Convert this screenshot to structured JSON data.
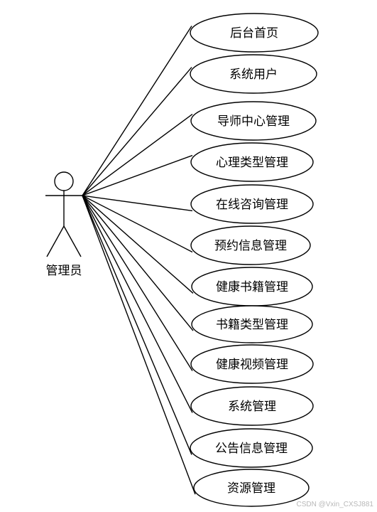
{
  "actor": {
    "name": "管理员"
  },
  "use_cases": [
    {
      "label": "后台首页"
    },
    {
      "label": "系统用户"
    },
    {
      "label": "导师中心管理"
    },
    {
      "label": "心理类型管理"
    },
    {
      "label": "在线咨询管理"
    },
    {
      "label": "预约信息管理"
    },
    {
      "label": "健康书籍管理"
    },
    {
      "label": "书籍类型管理"
    },
    {
      "label": "健康视频管理"
    },
    {
      "label": "系统管理"
    },
    {
      "label": "公告信息管理"
    },
    {
      "label": "资源管理"
    }
  ],
  "watermark": "CSDN @Vxin_CXSJ881",
  "colors": {
    "stroke": "#000000",
    "background": "#ffffff",
    "watermark": "#b8b8b8"
  }
}
